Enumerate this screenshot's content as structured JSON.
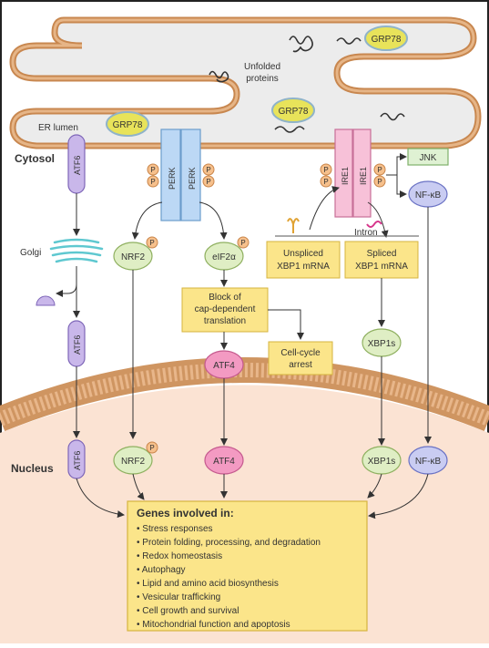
{
  "labels": {
    "unfolded_proteins_line1": "Unfolded",
    "unfolded_proteins_line2": "proteins",
    "er_lumen": "ER lumen",
    "cytosol": "Cytosol",
    "golgi": "Golgi",
    "nucleus": "Nucleus",
    "intron": "Intron"
  },
  "proteins": {
    "grp78": "GRP78",
    "atf6": "ATF6",
    "perk": "PERK",
    "ire1": "IRE1",
    "phospho": "P",
    "jnk": "JNK",
    "nfkb": "NF-κB",
    "nrf2": "NRF2",
    "eif2a": "eIF2α",
    "atf4": "ATF4",
    "xbp1s": "XBP1s"
  },
  "boxes": {
    "unspliced_line1": "Unspliced",
    "unspliced_line2": "XBP1 mRNA",
    "spliced_line1": "Spliced",
    "spliced_line2": "XBP1 mRNA",
    "block_line1": "Block of",
    "block_line2": "cap-dependent",
    "block_line3": "translation",
    "cellcycle_line1": "Cell-cycle",
    "cellcycle_line2": "arrest"
  },
  "genes": {
    "title": "Genes involved in:",
    "items": [
      "• Stress responses",
      "• Protein folding, processing, and degradation",
      "• Redox homeostasis",
      "• Autophagy",
      "• Lipid and amino acid biosynthesis",
      "• Vesicular trafficking",
      "• Cell growth and survival",
      "• Mitochondrial function and apoptosis"
    ]
  },
  "colors": {
    "er_fill": "#ececec",
    "nucleus_fill": "#fbe3d3",
    "membrane": "#d39a66",
    "yellow_box": "#fbe58a",
    "grp78_fill": "#e8e35a",
    "purple": "#c9b7ea",
    "blue": "#bcd8f5",
    "pink": "#f7c1d8",
    "green": "#dfeec4",
    "cyan": "#5ec8d0",
    "red_pink": "#f39ac2",
    "orange": "#f6c08c"
  }
}
